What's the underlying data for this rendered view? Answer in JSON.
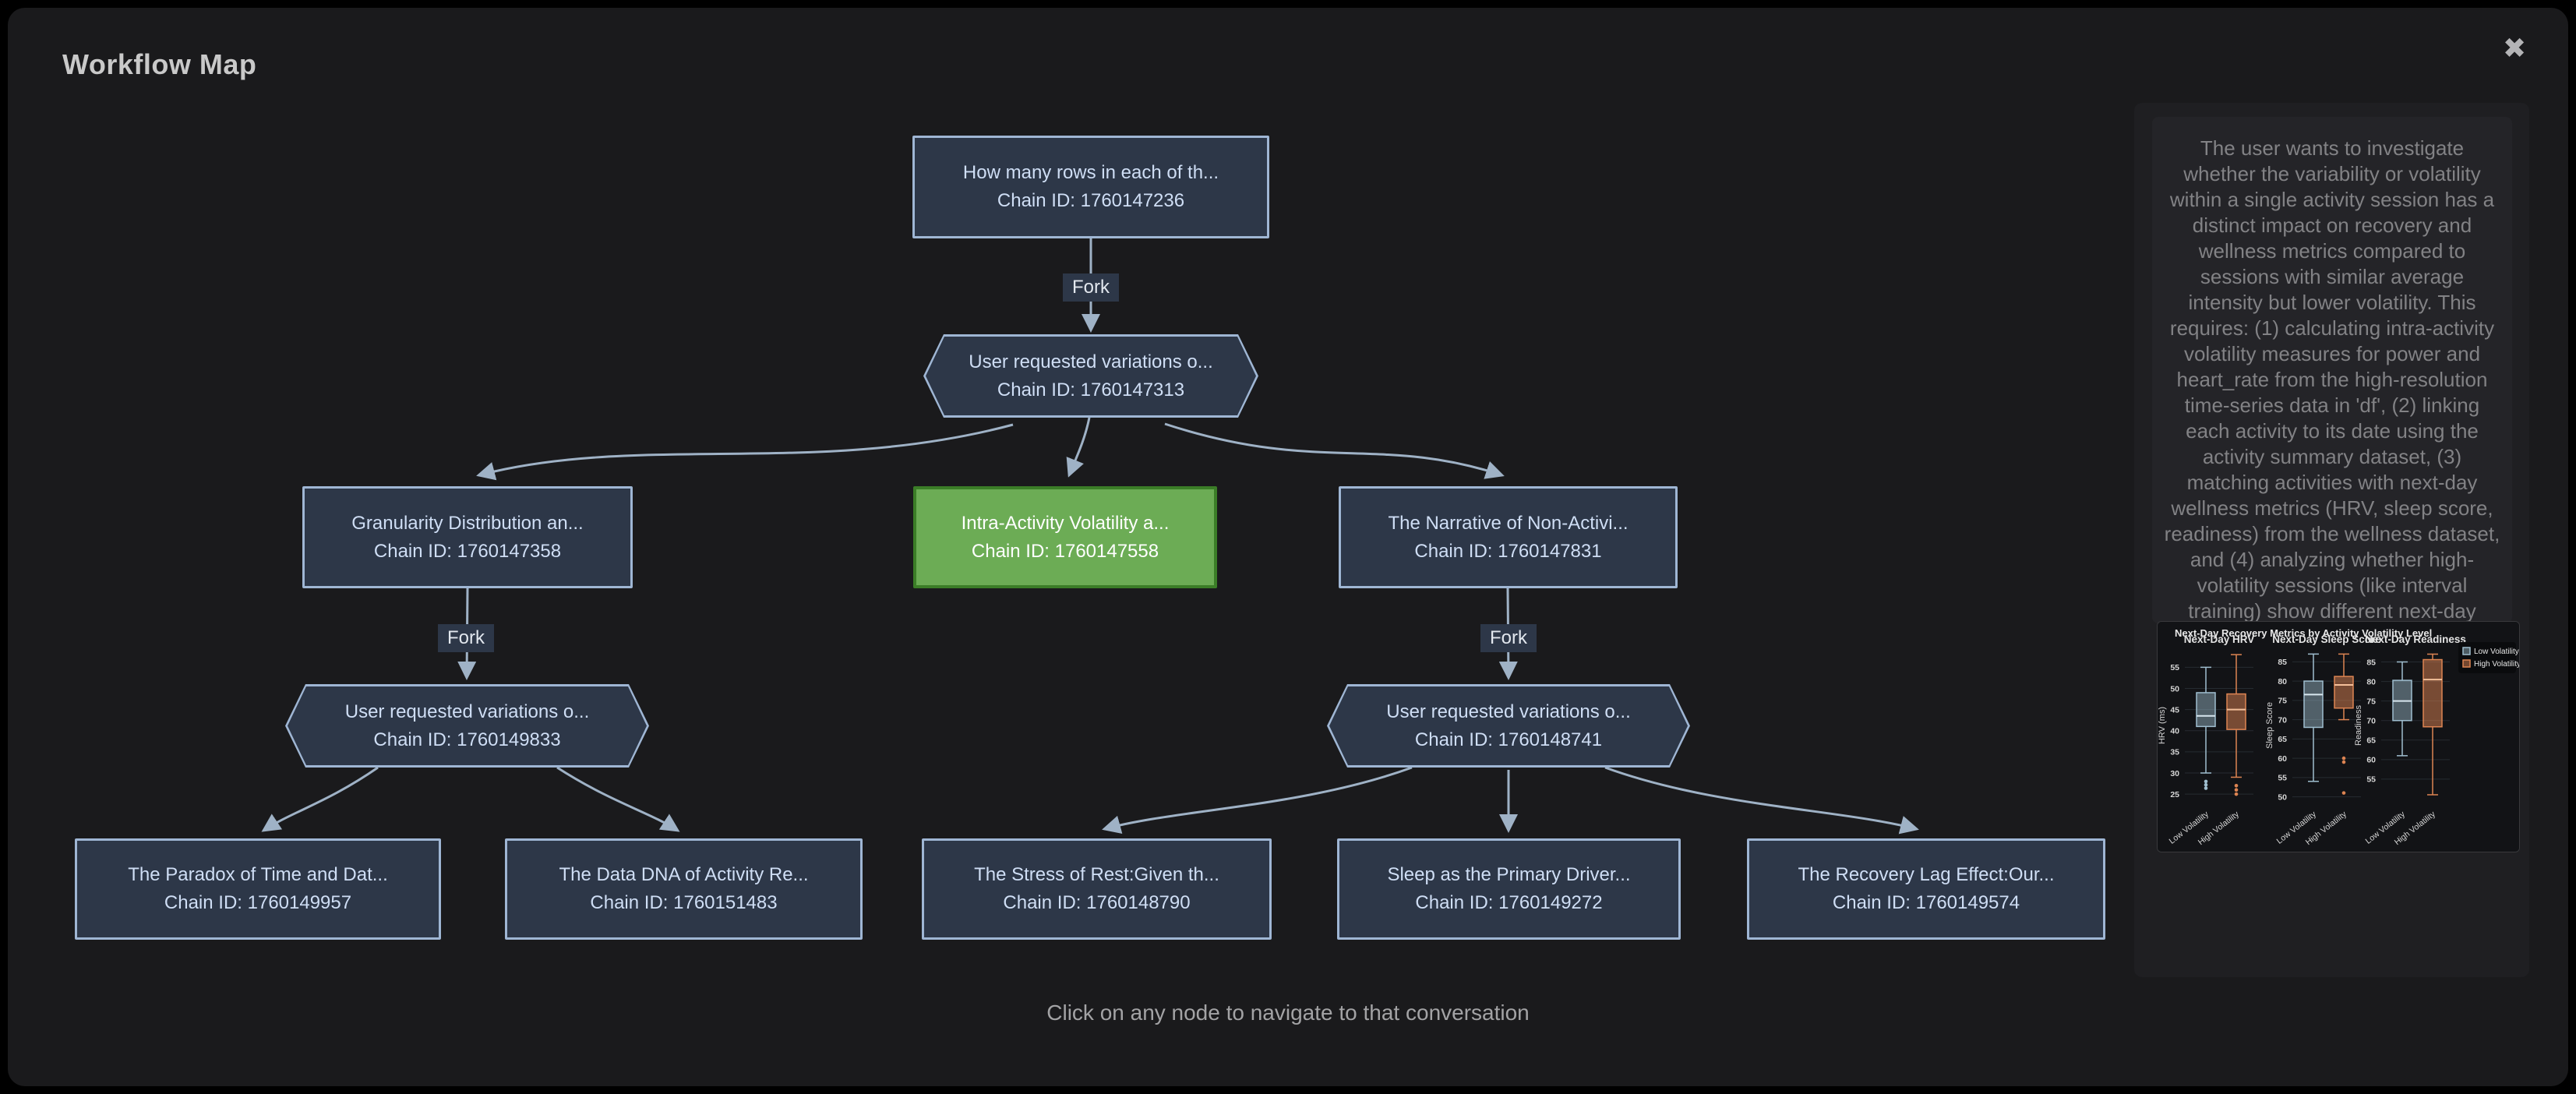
{
  "window": {
    "title": "Workflow Map",
    "close_icon": "✖"
  },
  "graph": {
    "fork_label": "Fork",
    "nodes": {
      "root": {
        "title": "How many rows in each of th...",
        "chain_id": "Chain ID: 1760147236"
      },
      "variations_a": {
        "title": "User requested variations o...",
        "chain_id": "Chain ID: 1760147313"
      },
      "granularity": {
        "title": "Granularity Distribution an...",
        "chain_id": "Chain ID: 1760147358"
      },
      "intra_activity": {
        "title": "Intra-Activity Volatility a...",
        "chain_id": "Chain ID: 1760147558"
      },
      "narrative": {
        "title": "The Narrative of Non-Activi...",
        "chain_id": "Chain ID: 1760147831"
      },
      "variations_b": {
        "title": "User requested variations o...",
        "chain_id": "Chain ID: 1760149833"
      },
      "variations_c": {
        "title": "User requested variations o...",
        "chain_id": "Chain ID: 1760148741"
      },
      "paradox": {
        "title": "The Paradox of Time and Dat...",
        "chain_id": "Chain ID: 1760149957"
      },
      "data_dna": {
        "title": "The Data DNA of Activity Re...",
        "chain_id": "Chain ID: 1760151483"
      },
      "stress_rest": {
        "title": "The Stress of Rest:Given th...",
        "chain_id": "Chain ID: 1760148790"
      },
      "sleep_driver": {
        "title": "Sleep as the Primary Driver...",
        "chain_id": "Chain ID: 1760149272"
      },
      "recovery_lag": {
        "title": "The Recovery Lag Effect:Our...",
        "chain_id": "Chain ID: 1760149574"
      }
    },
    "colors": {
      "node_bg": "#2d3748",
      "node_border": "#9fb6d4",
      "node_text": "#cfdef5",
      "active_bg": "#6cac55",
      "active_border": "#3b7d27",
      "edge": "#9fb2c6"
    }
  },
  "footer": {
    "hint": "Click on any node to navigate to that conversation"
  },
  "sidebar": {
    "summary": "The user wants to investigate whether the variability or volatility within a single activity session has a distinct impact on recovery and wellness metrics compared to sessions with similar average intensity but lower volatility. This requires: (1) calculating intra-activity volatility measures for power and heart_rate from the high-resolution time-series data in 'df', (2) linking each activity to its date using the activity summary dataset, (3) matching activities with next-day wellness metrics (HRV, sleep score, readiness) from the wellness dataset, and (4) analyzing whether high-volatility sessions (like interval training) show different next-day wellness impacts compared to steady-state sessions, even with similar average intensity."
  },
  "chart_data": {
    "type": "boxplot",
    "title": "Next-Day Recovery Metrics by Activity Volatility Level",
    "categories": [
      "Low Volatility",
      "High Volatility"
    ],
    "legend": [
      {
        "name": "Low Volatility",
        "color": "#9fbecf"
      },
      {
        "name": "High Volatility",
        "color": "#dd8452"
      }
    ],
    "legend_position": "top-right",
    "grid": true,
    "panels": [
      {
        "title": "Next-Day HRV",
        "ylabel": "HRV (ms)",
        "ylim": [
          23,
          59.5
        ],
        "yticks": [
          25,
          30,
          35,
          40,
          45,
          50,
          55
        ],
        "series": [
          {
            "name": "Low Volatility",
            "whisker_low": 30,
            "q1": 41,
            "median": 43.5,
            "q3": 49,
            "whisker_high": 55,
            "outliers": [
              28,
              27.2,
              26.4
            ]
          },
          {
            "name": "High Volatility",
            "whisker_low": 29,
            "q1": 40.3,
            "median": 45,
            "q3": 48.7,
            "whisker_high": 58,
            "outliers": [
              27,
              26,
              25
            ]
          }
        ]
      },
      {
        "title": "Next-Day Sleep Score",
        "ylabel": "Sleep Score",
        "ylim": [
          48.5,
          88.5
        ],
        "yticks": [
          50,
          55,
          60,
          65,
          70,
          75,
          80,
          85
        ],
        "series": [
          {
            "name": "Low Volatility",
            "whisker_low": 54,
            "q1": 68,
            "median": 76.5,
            "q3": 80,
            "whisker_high": 87,
            "outliers": []
          },
          {
            "name": "High Volatility",
            "whisker_low": 70,
            "q1": 73,
            "median": 79,
            "q3": 81.2,
            "whisker_high": 87,
            "outliers": [
              60,
              59,
              51
            ]
          }
        ]
      },
      {
        "title": "Next-Day Readiness",
        "ylabel": "Readiness",
        "ylim": [
          49,
          88.5
        ],
        "yticks": [
          55,
          60,
          65,
          70,
          75,
          80,
          85
        ],
        "series": [
          {
            "name": "Low Volatility",
            "whisker_low": 61,
            "q1": 70,
            "median": 75,
            "q3": 80.3,
            "whisker_high": 85,
            "outliers": []
          },
          {
            "name": "High Volatility",
            "whisker_low": 51,
            "q1": 68.4,
            "median": 80.5,
            "q3": 85.6,
            "whisker_high": 87,
            "outliers": []
          }
        ]
      }
    ]
  }
}
